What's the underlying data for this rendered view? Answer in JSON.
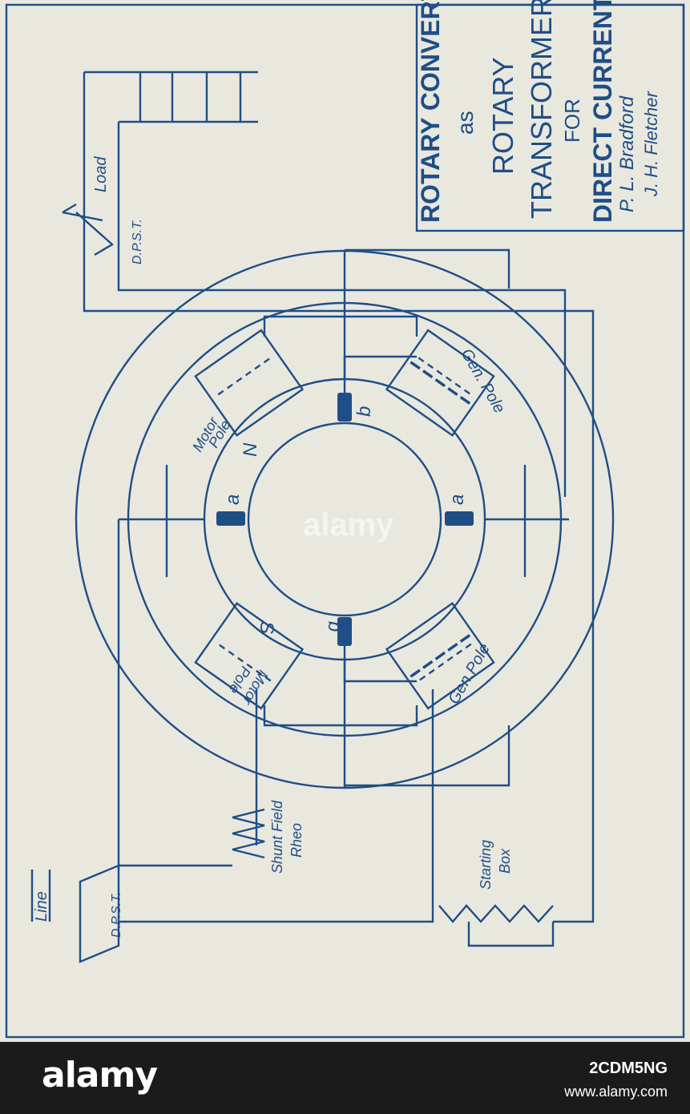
{
  "title_block": {
    "lines": [
      "ROTARY CONVERTER",
      "as",
      "ROTARY",
      "TRANSFORMER",
      "FOR",
      "DIRECT CURRENT"
    ],
    "signatures": [
      "P. L. Bradford",
      "J. H. Fletcher"
    ]
  },
  "labels": {
    "load": "Load",
    "dpst_top": "D.P.S.T.",
    "dpst_bottom": "D.P.S.T.",
    "line": "Line",
    "shunt_field_rheo_1": "Shunt Field",
    "shunt_field_rheo_2": "Rheo",
    "starting_box_1": "Starting",
    "starting_box_2": "Box",
    "motor_pole_top_1": "Motor",
    "motor_pole_top_2": "Pole",
    "motor_pole_bottom_1": "Motor",
    "motor_pole_bottom_2": "Pole",
    "gen_pole_top": "Gen. Pole",
    "gen_pole_bottom": "Gen.Pole",
    "n": "N",
    "s": "S",
    "brush_a1": "a",
    "brush_a2": "a",
    "brush_b1": "b",
    "brush_b2": "b"
  },
  "watermark": {
    "logo": "alamy",
    "image_id": "2CDM5NG",
    "url": "www.alamy.com"
  },
  "colors": {
    "ink": "#1f4e86",
    "paper": "#e9e8df",
    "footer": "#1b1b1b"
  }
}
